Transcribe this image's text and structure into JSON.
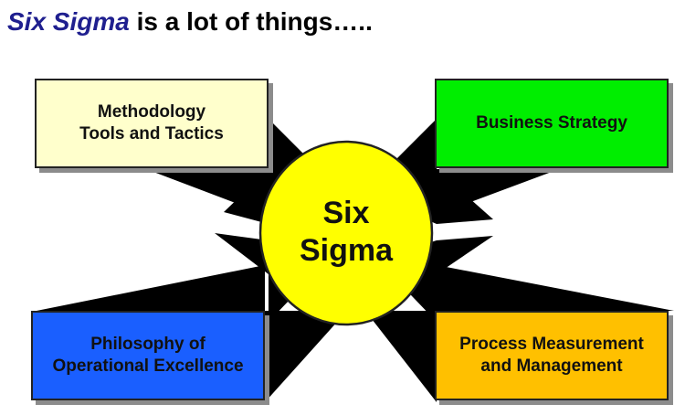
{
  "title": {
    "accent": "Six Sigma",
    "rest": " is a lot of things….."
  },
  "center": {
    "line1": "Six",
    "line2": "Sigma",
    "fill": "#ffff00"
  },
  "boxes": {
    "top_left": {
      "line1": "Methodology",
      "line2": "Tools and Tactics",
      "fill": "#ffffcc"
    },
    "top_right": {
      "line1": "Business Strategy",
      "fill": "#00ee00"
    },
    "bottom_left": {
      "line1": "Philosophy of",
      "line2": "Operational Excellence",
      "fill": "#1a5fff"
    },
    "bottom_right": {
      "line1": "Process Measurement",
      "line2": "and Management",
      "fill": "#ffc000"
    }
  },
  "colors": {
    "title_accent": "#1f1f8f",
    "connector": "#000000"
  }
}
